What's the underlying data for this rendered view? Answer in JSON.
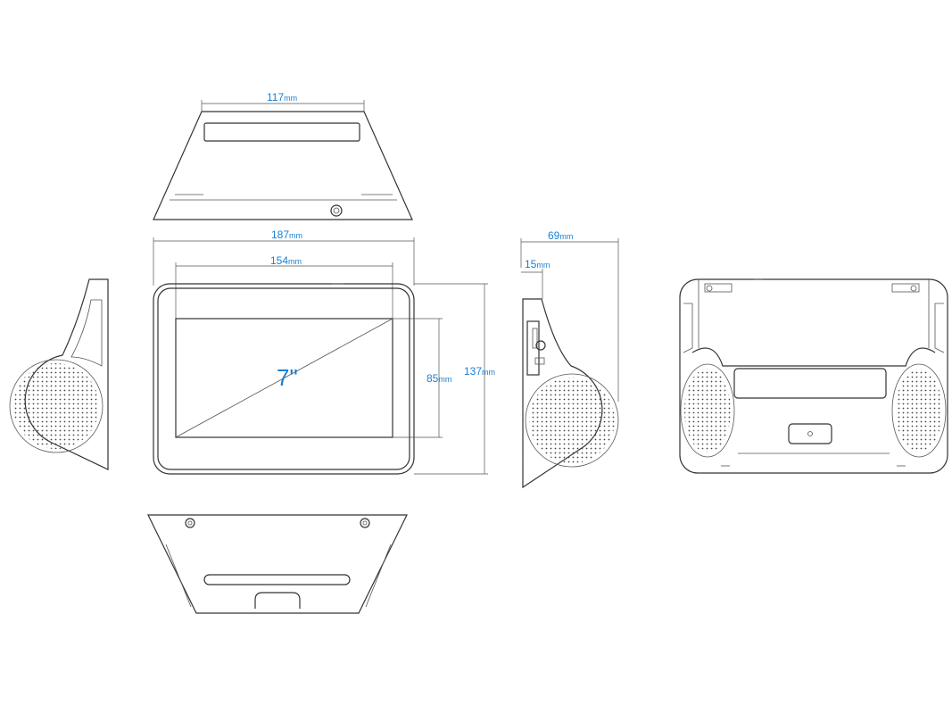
{
  "dimensions": {
    "top_width": {
      "value": "117",
      "unit": "mm"
    },
    "front_width": {
      "value": "187",
      "unit": "mm"
    },
    "screen_width": {
      "value": "154",
      "unit": "mm"
    },
    "screen_height": {
      "value": "85",
      "unit": "mm"
    },
    "front_height": {
      "value": "137",
      "unit": "mm"
    },
    "side_depth": {
      "value": "69",
      "unit": "mm"
    },
    "side_offset": {
      "value": "15",
      "unit": "mm"
    }
  },
  "screen_size_label": "7\""
}
